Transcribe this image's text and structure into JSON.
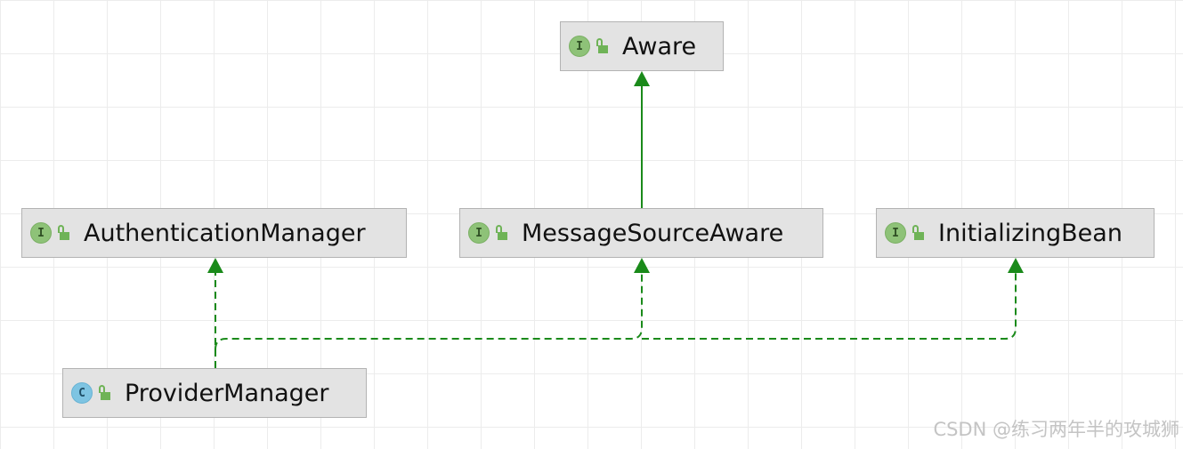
{
  "nodes": [
    {
      "id": "aware",
      "kind": "I",
      "label": "Aware"
    },
    {
      "id": "authentication-manager",
      "kind": "I",
      "label": "AuthenticationManager"
    },
    {
      "id": "message-source-aware",
      "kind": "I",
      "label": "MessageSourceAware"
    },
    {
      "id": "initializing-bean",
      "kind": "I",
      "label": "InitializingBean"
    },
    {
      "id": "provider-manager",
      "kind": "C",
      "label": "ProviderManager"
    }
  ],
  "edges": [
    {
      "from": "message-source-aware",
      "to": "aware",
      "style": "solid"
    },
    {
      "from": "provider-manager",
      "to": "authentication-manager",
      "style": "dashed"
    },
    {
      "from": "provider-manager",
      "to": "message-source-aware",
      "style": "dashed"
    },
    {
      "from": "provider-manager",
      "to": "initializing-bean",
      "style": "dashed"
    }
  ],
  "colors": {
    "edge": "#1a8a1a",
    "node_fill": "#e3e3e3",
    "interface_badge": "#8ec278",
    "class_badge": "#7ec4e2"
  },
  "watermark": "CSDN @练习两年半的攻城狮"
}
